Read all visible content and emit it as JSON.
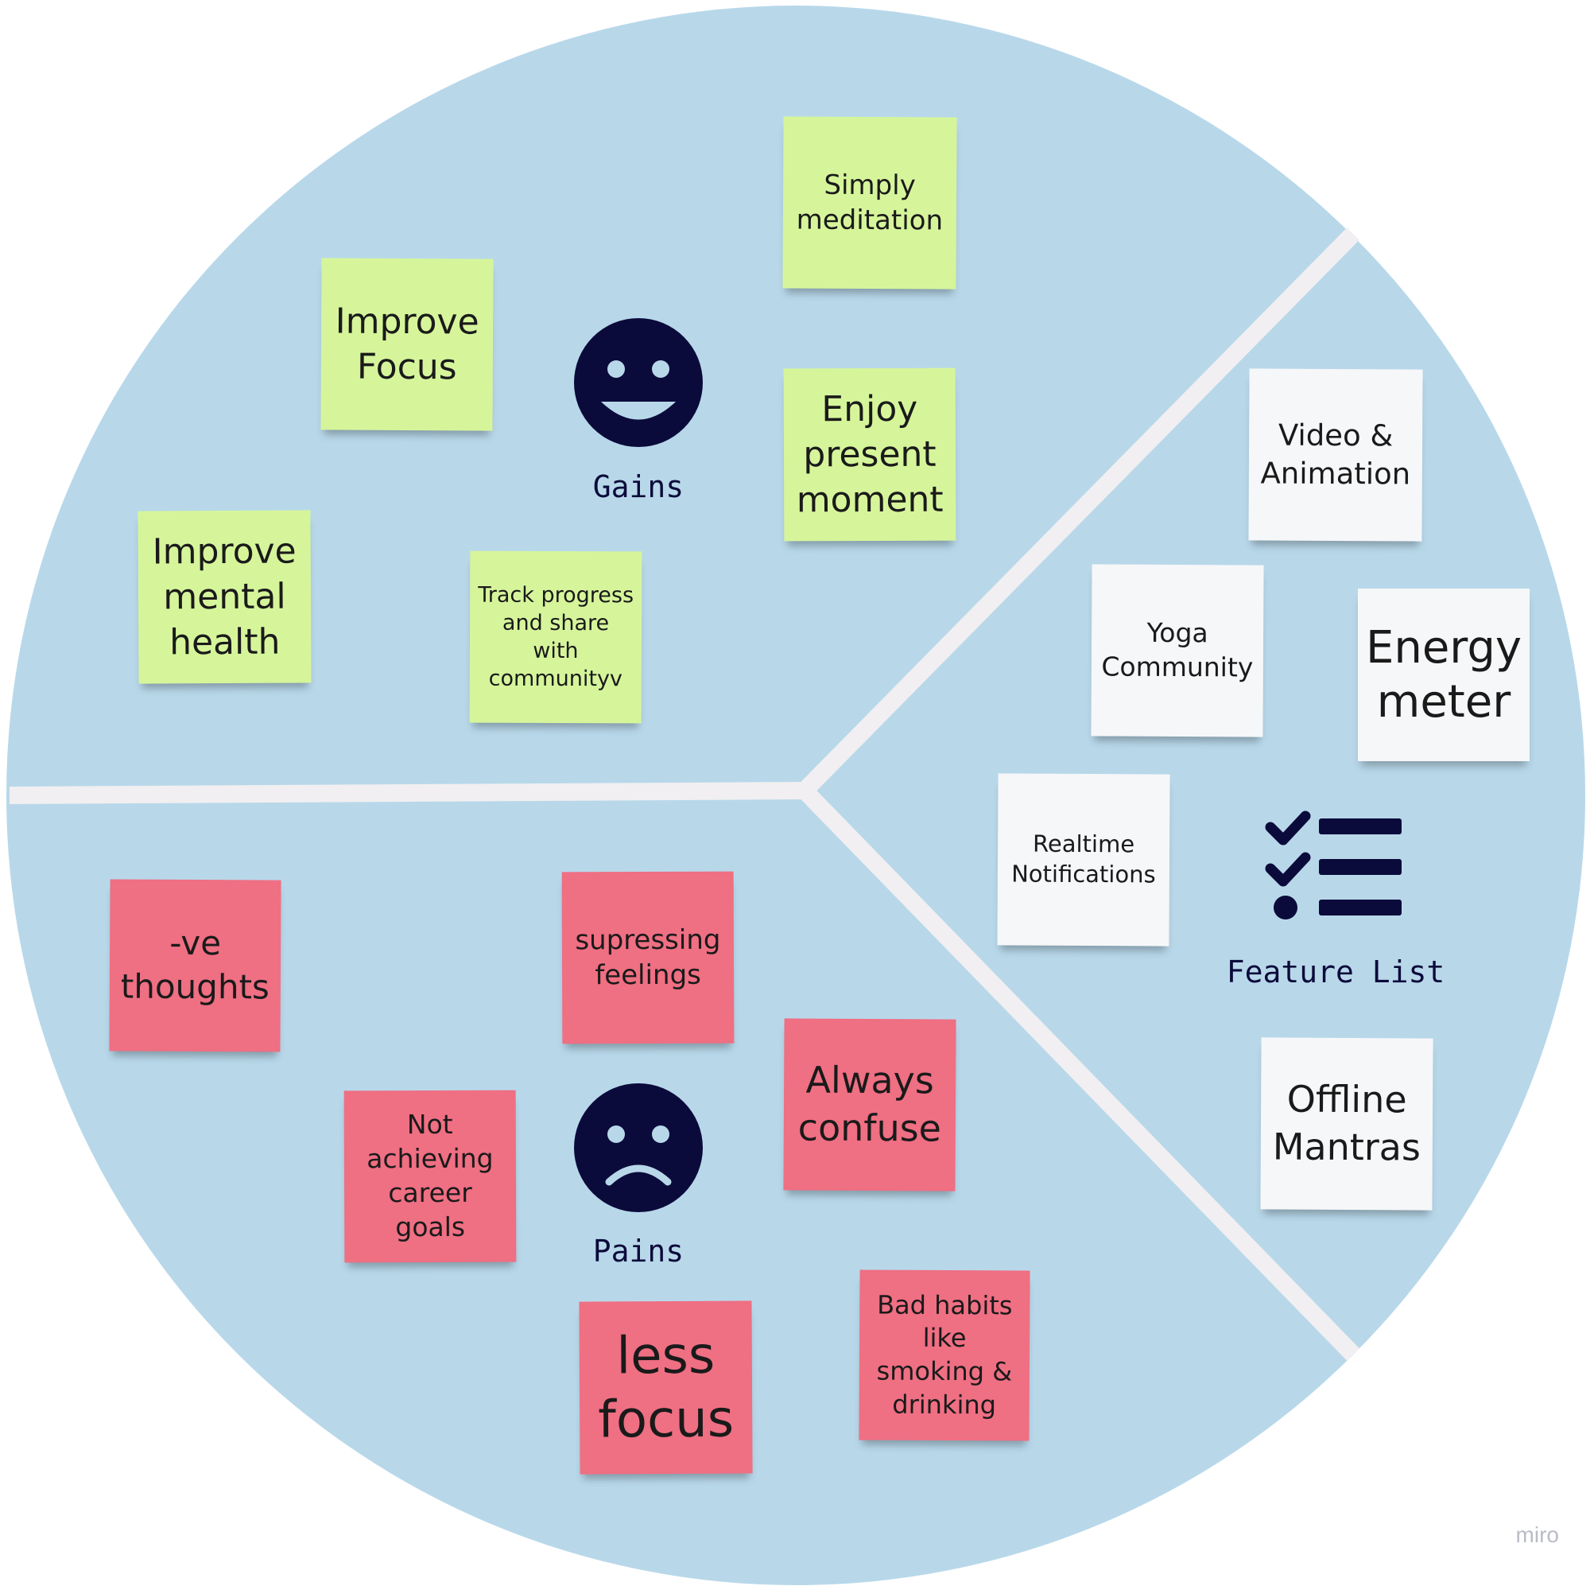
{
  "colors": {
    "background": "#ffffff",
    "circle": "#b8d8ea",
    "divider": "#f1eff1",
    "icon": "#0b0b3b",
    "gain_note": "#d6f59b",
    "pain_note": "#ef6f83",
    "feature_note": "#f6f7f9"
  },
  "sections": {
    "gains": {
      "label": "Gains",
      "icon": "smiley-face-icon"
    },
    "pains": {
      "label": "Pains",
      "icon": "sad-face-icon"
    },
    "features": {
      "label": "Feature List",
      "icon": "checklist-icon"
    }
  },
  "notes": {
    "gains": [
      "Simply meditation",
      "Improve Focus",
      "Enjoy present moment",
      "Improve mental health",
      "Track progress and share with communityv"
    ],
    "pains": [
      "-ve thoughts",
      "supressing feelings",
      "Always confuse",
      "Not achieving career goals",
      "less focus",
      "Bad habits like smoking & drinking"
    ],
    "features": [
      "Video & Animation",
      "Yoga Community",
      "Energy meter",
      "Realtime Notifications",
      "Offline Mantras"
    ]
  },
  "watermark": "miro"
}
